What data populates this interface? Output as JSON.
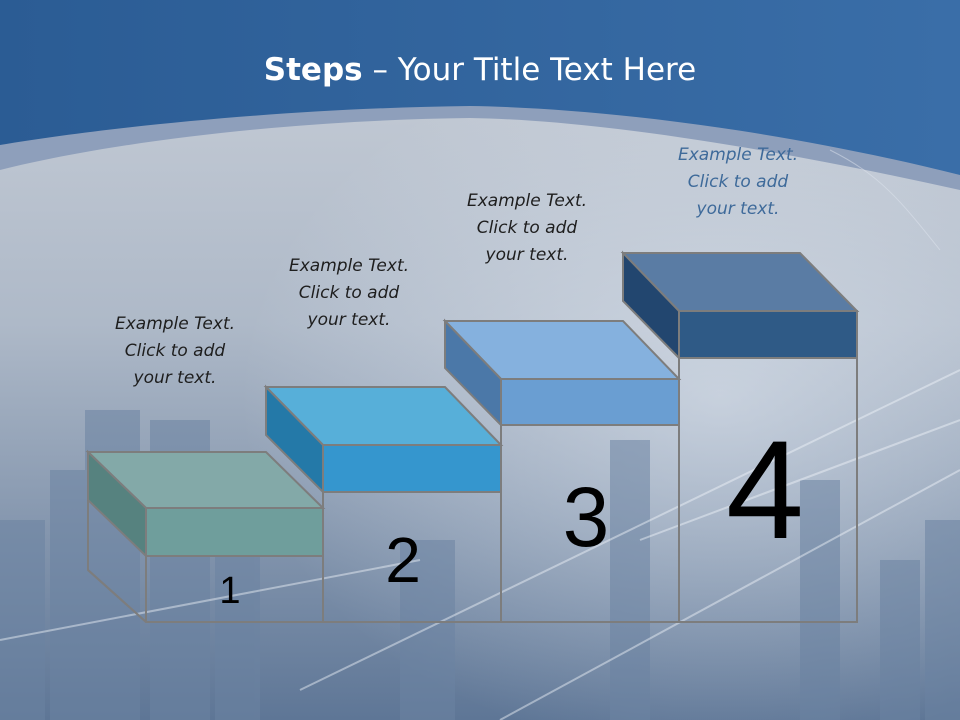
{
  "title": {
    "bold": "Steps",
    "rest": " – Your Title Text Here"
  },
  "steps": [
    {
      "number": "1",
      "caption": [
        "Example Text.",
        "Click  to add",
        "your text."
      ],
      "color": "#6f9e9c"
    },
    {
      "number": "2",
      "caption": [
        "Example Text.",
        "Click  to add",
        "your text."
      ],
      "color": "#3596ce"
    },
    {
      "number": "3",
      "caption": [
        "Example Text.",
        "Click  to add",
        "your text."
      ],
      "color": "#6a9ed2"
    },
    {
      "number": "4",
      "caption": [
        "Example Text.",
        "Click  to add",
        "your text."
      ],
      "color": "#2f5a86"
    }
  ],
  "colors": {
    "banner": "#2e6199",
    "background": "#c3c9d3",
    "caption_highlight": "#3e6a9a"
  }
}
